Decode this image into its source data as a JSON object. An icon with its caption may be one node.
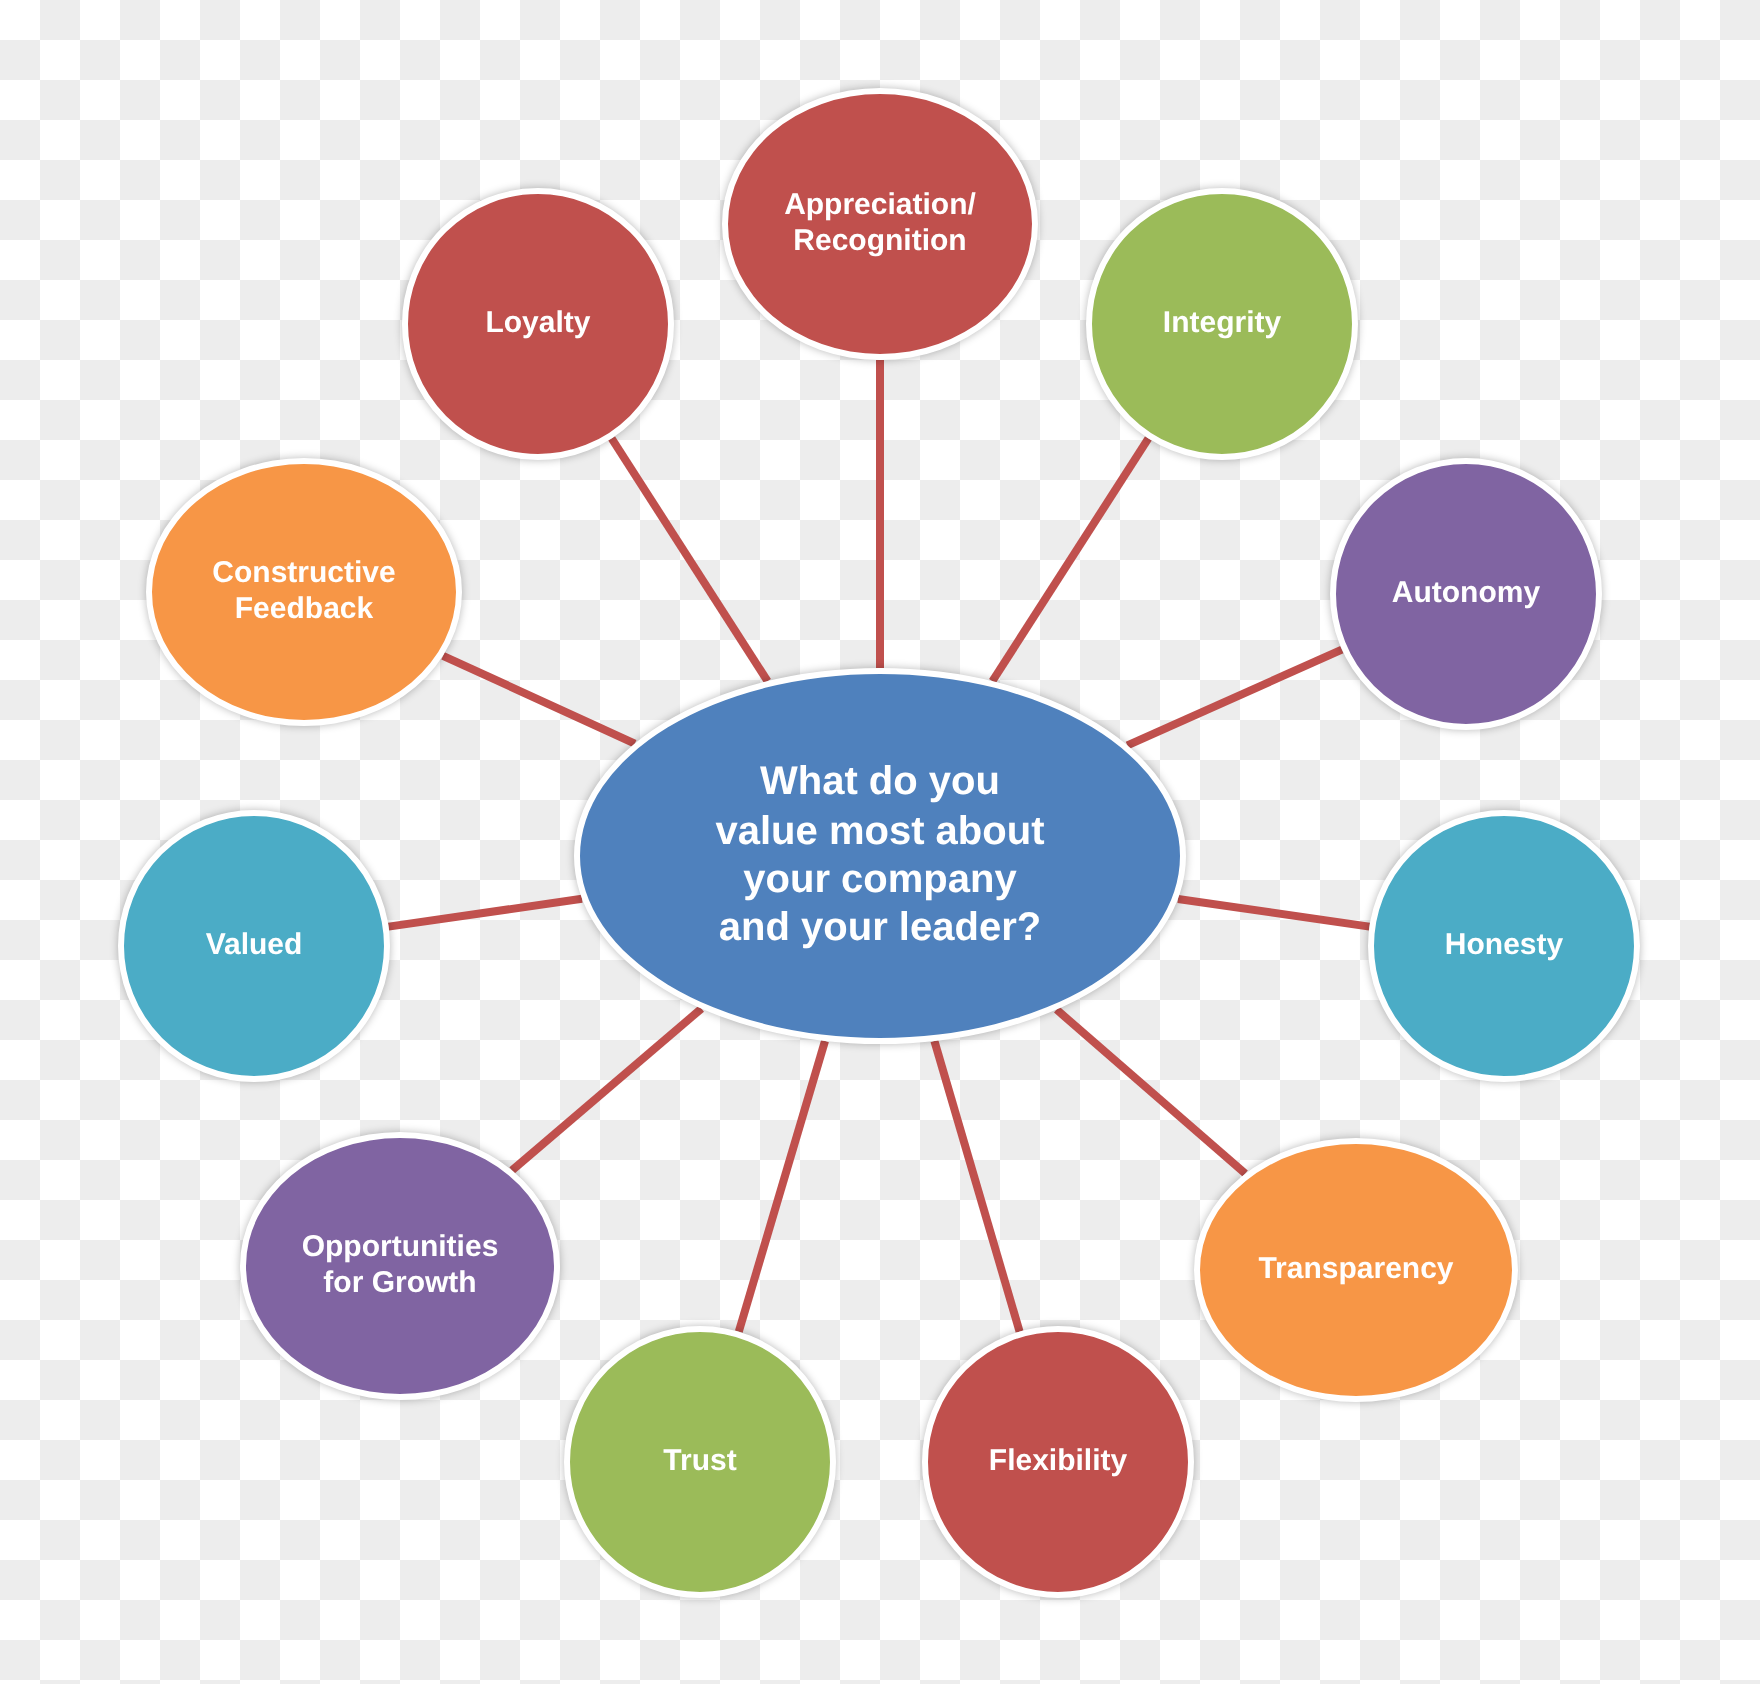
{
  "diagram": {
    "nodes": [
      {
        "text": [
          "What do you value most about your company and your leader?"
        ]
      },
      {
        "text": [
          "Appreciation/ Recognition"
        ]
      },
      {
        "text": [
          "Integrity"
        ]
      },
      {
        "text": [
          "Autonomy"
        ]
      },
      {
        "text": [
          "Honesty"
        ]
      },
      {
        "text": [
          "Transparency"
        ]
      },
      {
        "text": [
          "Flexibility"
        ]
      },
      {
        "text": [
          "Trust"
        ]
      },
      {
        "text": [
          "Opportunities for Growth"
        ]
      },
      {
        "text": [
          "Valued"
        ]
      },
      {
        "text": [
          "Constructive Feedback"
        ]
      },
      {
        "text": [
          "Loyalty"
        ]
      }
    ],
    "edges": [
      {
        "from": 0,
        "to": 1,
        "arrow": "none"
      },
      {
        "from": 0,
        "to": 2,
        "arrow": "none"
      },
      {
        "from": 0,
        "to": 3,
        "arrow": "none"
      },
      {
        "from": 0,
        "to": 4,
        "arrow": "none"
      },
      {
        "from": 0,
        "to": 5,
        "arrow": "none"
      },
      {
        "from": 0,
        "to": 6,
        "arrow": "none"
      },
      {
        "from": 0,
        "to": 7,
        "arrow": "none"
      },
      {
        "from": 0,
        "to": 8,
        "arrow": "none"
      },
      {
        "from": 0,
        "to": 9,
        "arrow": "none"
      },
      {
        "from": 0,
        "to": 10,
        "arrow": "none"
      },
      {
        "from": 0,
        "to": 11,
        "arrow": "none"
      }
    ]
  }
}
